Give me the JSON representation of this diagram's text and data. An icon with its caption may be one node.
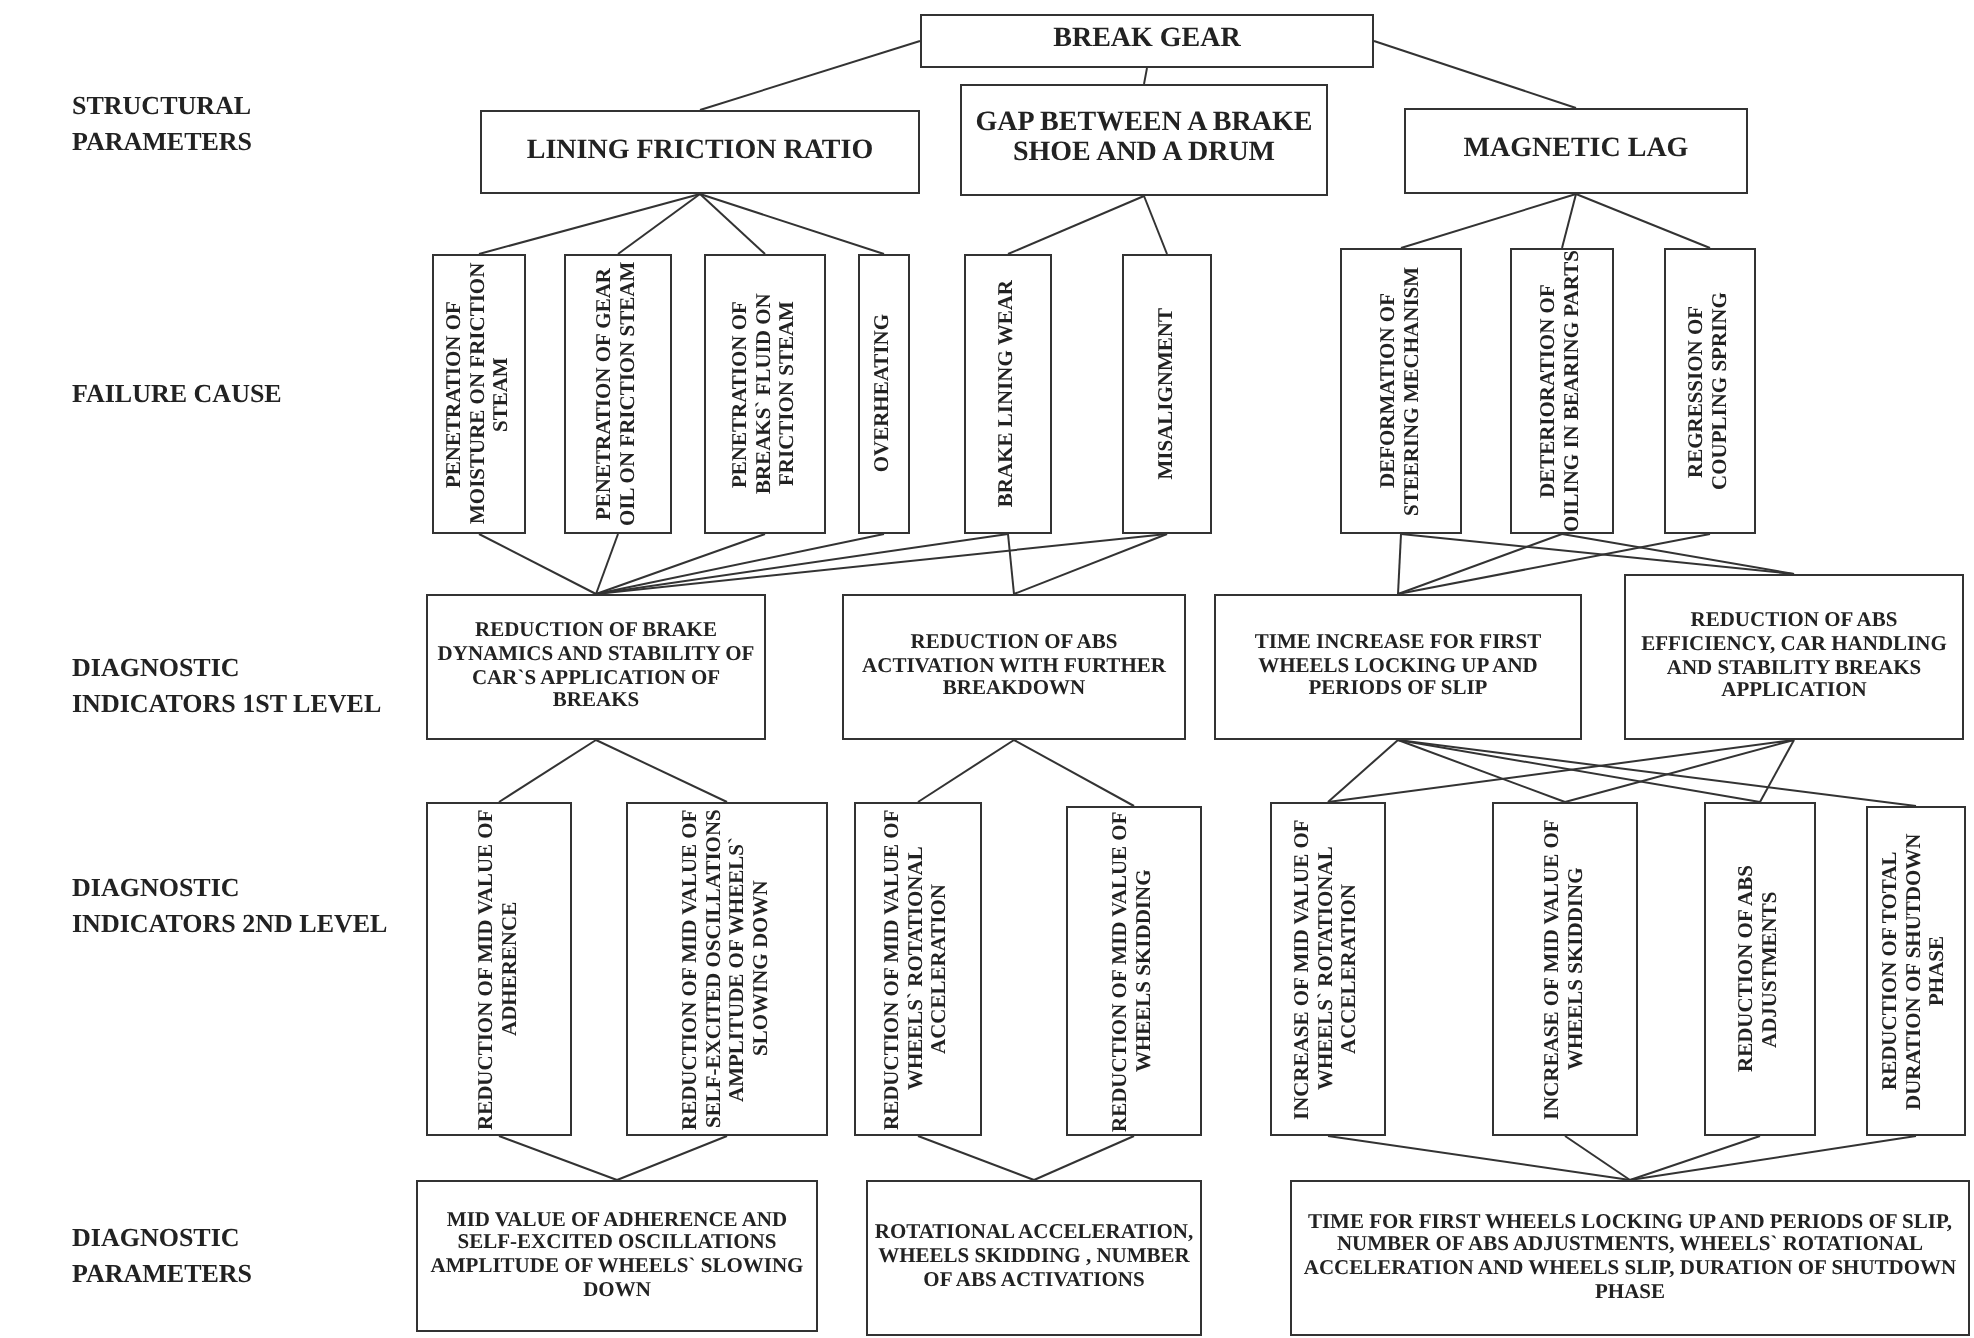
{
  "diagram": {
    "nodes": [
      {
        "text": [
          "BREAK GEAR"
        ]
      },
      {
        "text": [
          "LINING FRICTION RATIO"
        ]
      },
      {
        "text": [
          "GAP BETWEEN A BRAKE SHOE AND A DRUM"
        ]
      },
      {
        "text": [
          "MAGNETIC LAG"
        ]
      },
      {
        "text": [
          "PENETRATION OF MOISTURE ON FRICTION STEAM"
        ]
      },
      {
        "text": [
          "PENETRATION OF GEAR OIL ON FRICTION STEAM"
        ]
      },
      {
        "text": [
          "PENETRATION OF BREAKS` FLUID ON FRICTION STEAM"
        ]
      },
      {
        "text": [
          "OVERHEATING"
        ]
      },
      {
        "text": [
          "BRAKE LINING WEAR"
        ]
      },
      {
        "text": [
          "MISALIGNMENT"
        ]
      },
      {
        "text": [
          "DEFORMATION OF STEERING MECHANISM"
        ]
      },
      {
        "text": [
          "DETERIORATION OF OILING IN BEARING PARTS"
        ]
      },
      {
        "text": [
          "REGRESSION OF COUPLING SPRING"
        ]
      },
      {
        "text": [
          "REDUCTION OF BRAKE DYNAMICS AND STABILITY OF CAR`S APPLICATION OF BREAKS"
        ]
      },
      {
        "text": [
          "REDUCTION OF ABS ACTIVATION WITH FURTHER BREAKDOWN"
        ]
      },
      {
        "text": [
          "TIME INCREASE FOR FIRST WHEELS LOCKING UP AND PERIODS OF SLIP"
        ]
      },
      {
        "text": [
          "REDUCTION OF ABS EFFICIENCY, CAR HANDLING AND STABILITY BREAKS APPLICATION"
        ]
      },
      {
        "text": [
          "REDUCTION OF MID VALUE OF ADHERENCE"
        ]
      },
      {
        "text": [
          "REDUCTION OF MID VALUE OF SELF-EXCITED OSCILLATIONS AMPLITUDE OF WHEELS` SLOWING DOWN"
        ]
      },
      {
        "text": [
          "REDUCTION OF MID VALUE OF WHEELS` ROTATIONAL ACCELERATION"
        ]
      },
      {
        "text": [
          "REDUCTION OF MID VALUE OF WHEELS SKIDDING"
        ]
      },
      {
        "text": [
          "INCREASE OF MID VALUE OF WHEELS` ROTATIONAL ACCELERATION"
        ]
      },
      {
        "text": [
          "INCREASE OF MID VALUE OF WHEELS SKIDDING"
        ]
      },
      {
        "text": [
          "REDUCTION OF ABS ADJUSTMENTS"
        ]
      },
      {
        "text": [
          "REDUCTION OF TOTAL DURATION OF SHUTDOWN PHASE"
        ]
      },
      {
        "text": [
          "MID VALUE OF ADHERENCE AND SELF-EXCITED OSCILLATIONS AMPLITUDE OF WHEELS` SLOWING DOWN"
        ]
      },
      {
        "text": [
          "ROTATIONAL ACCELERATION, WHEELS SKIDDING , NUMBER OF ABS ACTIVATIONS"
        ]
      },
      {
        "text": [
          "TIME FOR FIRST WHEELS LOCKING UP AND PERIODS OF SLIP, NUMBER OF ABS ADJUSTMENTS, WHEELS` ROTATIONAL ACCELERATION AND WHEELS SLIP, DURATION OF SHUTDOWN PHASE"
        ]
      }
    ],
    "edges": [
      {
        "from": 0,
        "to": 1,
        "arrow": "none"
      },
      {
        "from": 0,
        "to": 2,
        "arrow": "none"
      },
      {
        "from": 0,
        "to": 3,
        "arrow": "none"
      },
      {
        "from": 1,
        "to": 4,
        "arrow": "none"
      },
      {
        "from": 1,
        "to": 5,
        "arrow": "none"
      },
      {
        "from": 1,
        "to": 6,
        "arrow": "none"
      },
      {
        "from": 1,
        "to": 7,
        "arrow": "none"
      },
      {
        "from": 2,
        "to": 8,
        "arrow": "none"
      },
      {
        "from": 2,
        "to": 9,
        "arrow": "none"
      },
      {
        "from": 3,
        "to": 10,
        "arrow": "none"
      },
      {
        "from": 3,
        "to": 11,
        "arrow": "none"
      },
      {
        "from": 3,
        "to": 12,
        "arrow": "none"
      },
      {
        "from": 4,
        "to": 13,
        "arrow": "none"
      },
      {
        "from": 5,
        "to": 13,
        "arrow": "none"
      },
      {
        "from": 6,
        "to": 13,
        "arrow": "none"
      },
      {
        "from": 7,
        "to": 13,
        "arrow": "none"
      },
      {
        "from": 8,
        "to": 13,
        "arrow": "none"
      },
      {
        "from": 9,
        "to": 13,
        "arrow": "none"
      },
      {
        "from": 8,
        "to": 14,
        "arrow": "none"
      },
      {
        "from": 9,
        "to": 14,
        "arrow": "none"
      },
      {
        "from": 10,
        "to": 15,
        "arrow": "none"
      },
      {
        "from": 11,
        "to": 15,
        "arrow": "none"
      },
      {
        "from": 12,
        "to": 15,
        "arrow": "none"
      },
      {
        "from": 10,
        "to": 16,
        "arrow": "none"
      },
      {
        "from": 11,
        "to": 16,
        "arrow": "none"
      },
      {
        "from": 13,
        "to": 17,
        "arrow": "none"
      },
      {
        "from": 13,
        "to": 18,
        "arrow": "none"
      },
      {
        "from": 14,
        "to": 19,
        "arrow": "none"
      },
      {
        "from": 14,
        "to": 20,
        "arrow": "none"
      },
      {
        "from": 15,
        "to": 21,
        "arrow": "none"
      },
      {
        "from": 15,
        "to": 22,
        "arrow": "none"
      },
      {
        "from": 15,
        "to": 23,
        "arrow": "none"
      },
      {
        "from": 15,
        "to": 24,
        "arrow": "none"
      },
      {
        "from": 16,
        "to": 21,
        "arrow": "none"
      },
      {
        "from": 16,
        "to": 22,
        "arrow": "none"
      },
      {
        "from": 16,
        "to": 23,
        "arrow": "none"
      },
      {
        "from": 17,
        "to": 25,
        "arrow": "none"
      },
      {
        "from": 18,
        "to": 25,
        "arrow": "none"
      },
      {
        "from": 19,
        "to": 26,
        "arrow": "none"
      },
      {
        "from": 20,
        "to": 26,
        "arrow": "none"
      },
      {
        "from": 21,
        "to": 27,
        "arrow": "none"
      },
      {
        "from": 22,
        "to": 27,
        "arrow": "none"
      },
      {
        "from": 23,
        "to": 27,
        "arrow": "none"
      },
      {
        "from": 24,
        "to": 27,
        "arrow": "none"
      }
    ],
    "labels": [
      "STRUCTURAL PARAMETERS",
      "FAILURE CAUSE",
      "DIAGNOSTIC INDICATORS 1ST LEVEL",
      "DIAGNOSTIC INDICATORS 2ND LEVEL",
      "DIAGNOSTIC PARAMETERS"
    ]
  }
}
